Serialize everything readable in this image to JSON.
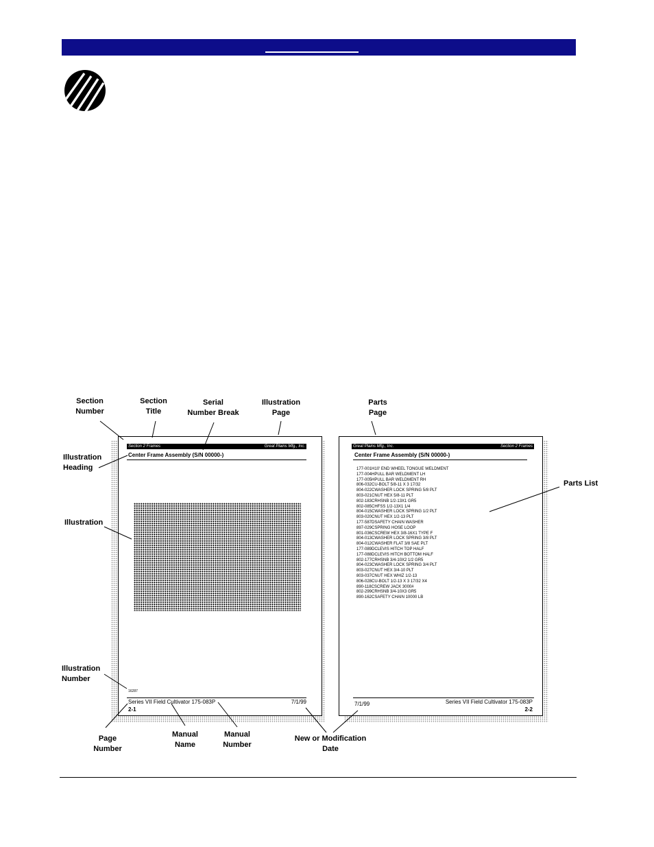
{
  "colors": {
    "header_bar": "#0d0d8a"
  },
  "figure": {
    "callouts": {
      "section_number": "Section\nNumber",
      "section_title": "Section\nTitle",
      "serial_number_break": "Serial\nNumber Break",
      "illustration_page": "Illustration\nPage",
      "parts_page": "Parts\nPage",
      "illustration_heading": "Illustration\nHeading",
      "illustration": "Illustration",
      "parts_list": "Parts List",
      "illustration_number": "Illustration\nNumber",
      "page_number": "Page\nNumber",
      "manual_name": "Manual\nName",
      "manual_number": "Manual\nNumber",
      "modification_date": "New or Modification\nDate"
    },
    "left_page": {
      "bar_left": "Section 2 Frames",
      "bar_right": "Great Plains Mfg., Inc.",
      "heading": "Center Frame Assembly (S/N 00000-)",
      "illustration_number": "16287",
      "footer_left": "Series VII Field Cultivator    175-083P",
      "footer_right": "7/1/99",
      "page_number": "2-1"
    },
    "right_page": {
      "bar_left": "Great Plains Mfg., Inc.",
      "bar_right": "Section 2 Frames",
      "heading": "Center Frame Assembly (S/N 00000-)",
      "footer_left": "7/1/99",
      "footer_right": "Series VII Field Cultivator    175-083P",
      "page_number": "2-2",
      "parts": [
        "177-001H10' END WHEEL TONGUE WELDMENT",
        "177-004HPULL BAR WELDMENT LH",
        "177-005HPULL BAR WELDMENT RH",
        "806-032CU-BOLT 5/8-11 X 3 17/32",
        "804-022CWASHER LOCK SPRING 5/8 PLT",
        "803-021CNUT HEX 5/8-11 PLT",
        "802-183CRHSNB 1/2-13X1 GR5",
        "802-085CHFSS 1/2-13X1 1/4",
        "804-015CWASHER LOCK SPRING 1/2 PLT",
        "803-020CNUT HEX 1/2-13 PLT",
        "177-587DSAFETY CHAIN WASHER",
        "897-029CSPRING HOSE LOOP",
        "801-036CSCREW HEX 3/8-16X1 TYPE F",
        "804-013CWASHER LOCK SPRING 3/8 PLT",
        "804-012CWASHER FLAT 3/8 SAE PLT",
        "177-089DCLEVIS HITCH TOP HALF",
        "177-088DCLEVIS HITCH BOTTOM HALF",
        "802-177CRHSNB 3/4-10X2 1/2 GR5",
        "804-023CWASHER LOCK SPRING 3/4 PLT",
        "803-027CNUT HEX 3/4-10 PLT",
        "803-037CNUT HEX WHIZ 1/2-13",
        "806-028CU-BOLT 1/2-13 X 3 17/32 X4",
        "890-118CSCREW JACK 3000#",
        "802-299CRHSNB 3/4-10X3 GR5",
        "890-162CSAFETY CHAIN 10000 LB"
      ]
    }
  }
}
